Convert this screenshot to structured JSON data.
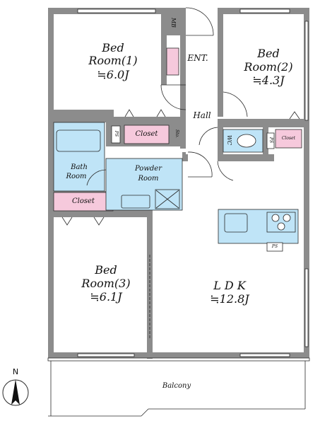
{
  "floorplan": {
    "rooms": [
      {
        "id": "bed1",
        "name": "Bed",
        "name2": "Room(1)",
        "size": "≒6.0J"
      },
      {
        "id": "bed2",
        "name": "Bed",
        "name2": "Room(2)",
        "size": "≒4.3J"
      },
      {
        "id": "bed3",
        "name": "Bed",
        "name2": "Room(3)",
        "size": "≒6.1J"
      },
      {
        "id": "ldk",
        "name": "L D K",
        "size": "≒12.8J"
      }
    ],
    "labels": {
      "ent": "ENT.",
      "hall": "Hall",
      "mb": "MB",
      "closet_mid": "Closet",
      "closet_left": "Closet",
      "closet_right": "Closet",
      "sto": "Sto.",
      "wc": "WC",
      "ps1": "PS",
      "ps2": "PS",
      "ps3": "PS",
      "bath": "Bath",
      "bath2": "Room",
      "powder": "Powder",
      "powder2": "Room",
      "balcony": "Balcony",
      "north": "N"
    },
    "colors": {
      "wall": "#8c8c8c",
      "storage": "#f6c9dc",
      "wet_area": "#bfe4f7",
      "outline": "#2a2a2a"
    }
  }
}
